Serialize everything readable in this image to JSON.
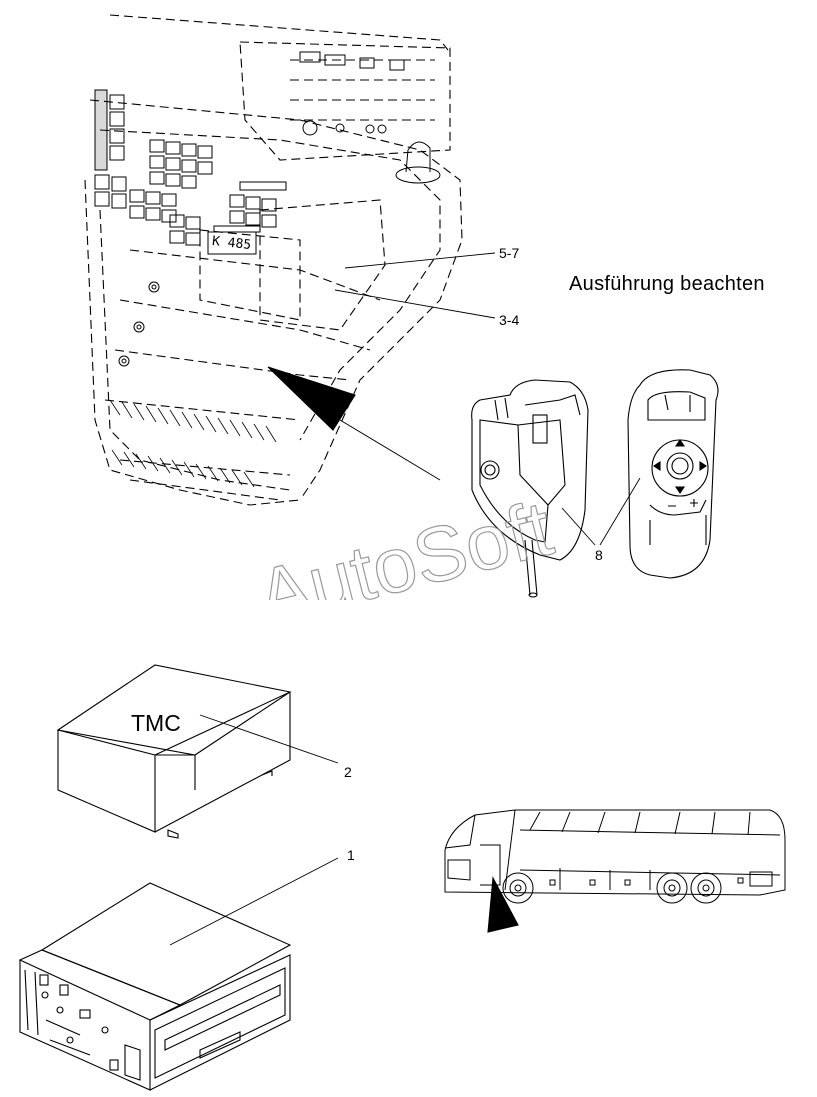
{
  "note": "Ausführung beachten",
  "watermark": "AutoSoft",
  "tmc_label": "TMC",
  "callouts": {
    "c57": "5-7",
    "c34": "3-4",
    "c8": "8",
    "c2": "2",
    "c1": "1"
  },
  "dashboard_display_text": "K 485",
  "colors": {
    "line": "#000000",
    "watermark": "#9a9a9a",
    "background": "#ffffff"
  }
}
